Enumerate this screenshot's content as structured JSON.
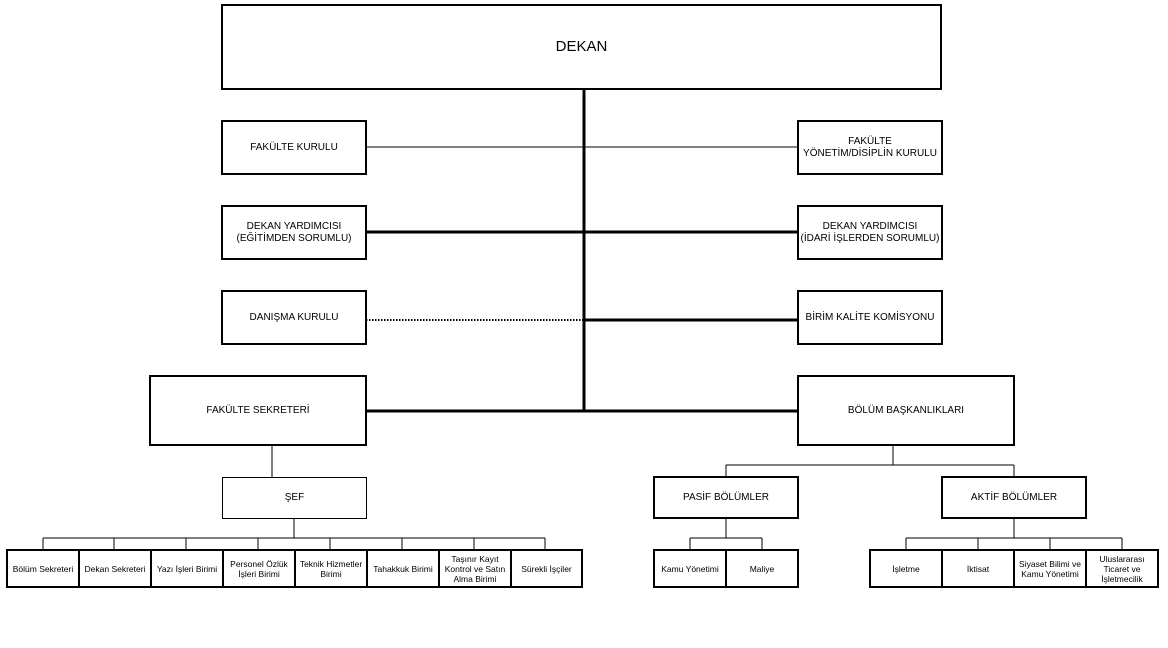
{
  "dean": "DEKAN",
  "faculty_board": "FAKÜLTE KURULU",
  "management_board": "FAKÜLTE YÖNETİM/DİSİPLİN KURULU",
  "vice_dean_education": "DEKAN YARDIMCISI\n(EĞİTİMDEN SORUMLU)",
  "vice_dean_admin": "DEKAN YARDIMCISI\n(İDARİ İŞLERDEN SORUMLU)",
  "advisory_board": "DANIŞMA KURULU",
  "quality_commission": "BİRİM KALİTE KOMİSYONU",
  "faculty_secretary": "FAKÜLTE SEKRETERİ",
  "department_heads": "BÖLÜM BAŞKANLIKLARI",
  "chief": "ŞEF",
  "passive_departments": "PASİF BÖLÜMLER",
  "active_departments": "AKTİF BÖLÜMLER",
  "secretary_units": [
    "Bölüm Sekreteri",
    "Dekan Sekreteri",
    "Yazı İşleri Birimi",
    "Personel Özlük İşleri Birimi",
    "Teknik Hizmetler Birimi",
    "Tahakkuk Birimi",
    "Taşınır Kayıt Kontrol ve Satın Alma Birimi",
    "Sürekli İşçiler"
  ],
  "passive_units": [
    "Kamu Yönetimi",
    "Maliye"
  ],
  "active_units": [
    "İşletme",
    "İktisat",
    "Siyaset Bilimi ve Kamu Yönetimi",
    "Uluslararası Ticaret ve İşletmecilik"
  ]
}
